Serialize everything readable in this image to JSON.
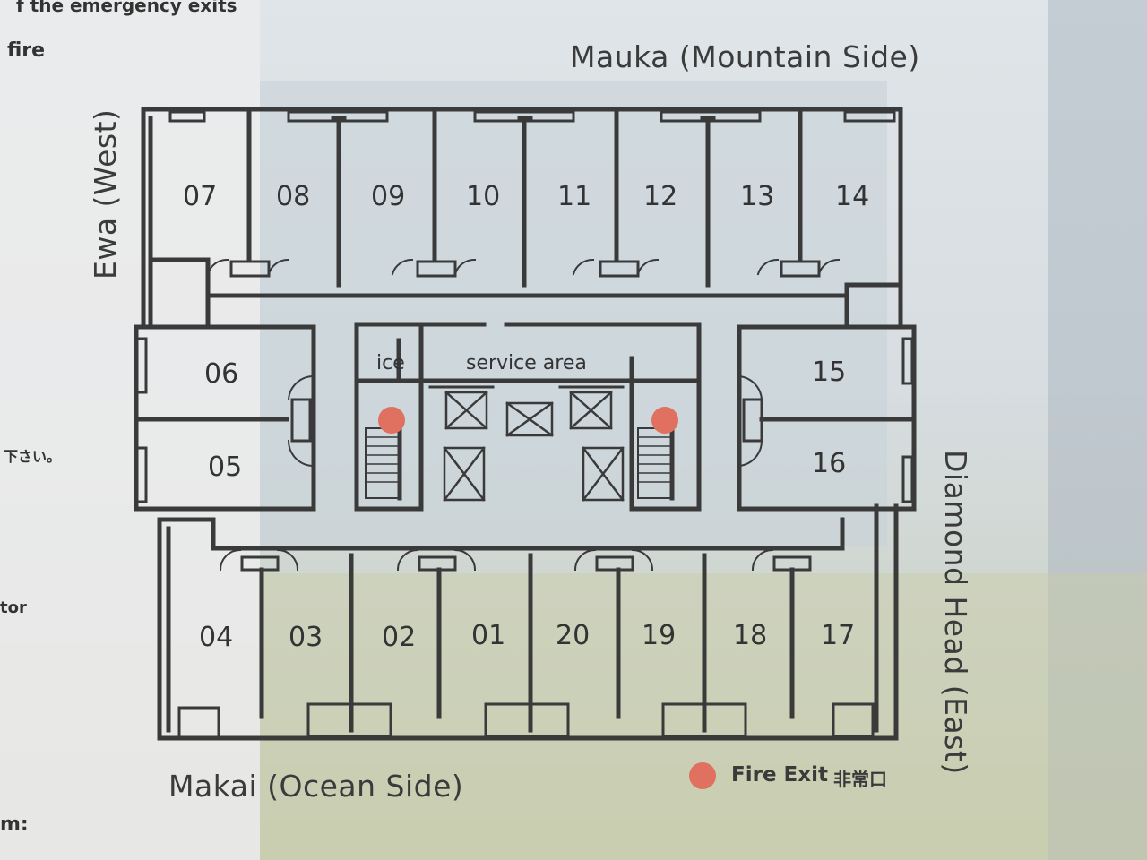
{
  "header_partial": "f the emergency exits",
  "left_margin": {
    "line1": "fire",
    "line2": "下さい。",
    "line3": "tor",
    "line4": "m:"
  },
  "compass": {
    "north": "Mauka (Mountain Side)",
    "south": "Makai (Ocean Side)",
    "west": "Ewa (West)",
    "east": "Diamond Head (East)"
  },
  "areas": {
    "ice": "ice",
    "service": "service area"
  },
  "rooms": {
    "top": [
      "07",
      "08",
      "09",
      "10",
      "11",
      "12",
      "13",
      "14"
    ],
    "left": [
      "06",
      "05"
    ],
    "right": [
      "15",
      "16"
    ],
    "bottom": [
      "04",
      "03",
      "02",
      "01",
      "20",
      "19",
      "18",
      "17"
    ]
  },
  "legend": {
    "label": "Fire Exit",
    "label_jp": "非常口",
    "color": "#e07060"
  }
}
